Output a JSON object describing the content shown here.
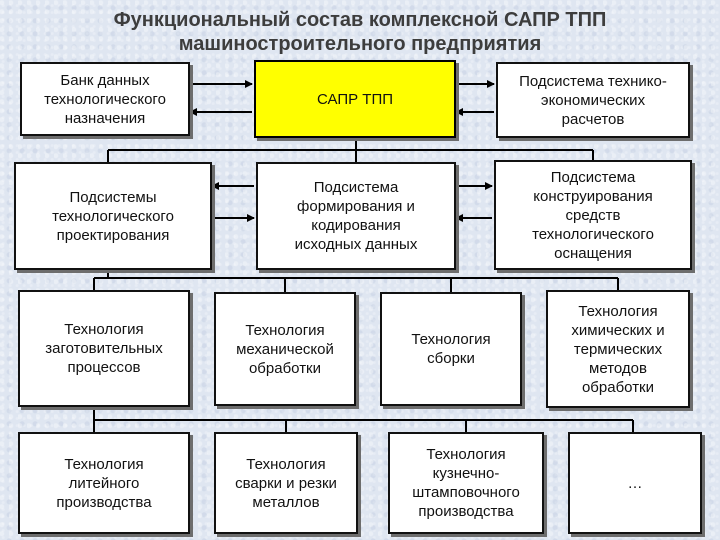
{
  "title": {
    "line1": "Функциональный состав комплексной САПР ТПП",
    "line2": "машиностроительного предприятия"
  },
  "row1": {
    "left": "Банк данных\nтехнологического\nназначения",
    "center": "САПР ТПП",
    "right": "Подсистема технико-\nэкономических\nрасчетов"
  },
  "row2": {
    "left": "Подсистемы\nтехнологического\nпроектирования",
    "center": "Подсистема\nформирования и\nкодирования\nисходных данных",
    "right": "Подсистема\nконструирования\nсредств\nтехнологического\nоснащения"
  },
  "row3": [
    "Технология\nзаготовительных\nпроцессов",
    "Технология\nмеханической\nобработки",
    "Технология\nсборки",
    "Технология\nхимических и\nтермических\nметодов\nобработки"
  ],
  "row4": [
    "Технология\nлитейного\nпроизводства",
    "Технология\nсварки и резки\nметаллов",
    "Технология\nкузнечно-\nштамповочного\nпроизводства",
    "…"
  ],
  "colors": {
    "central_fill": "#ffff00",
    "box_fill": "#ffffff",
    "line": "#000000",
    "title_text": "#3d3d3d"
  }
}
